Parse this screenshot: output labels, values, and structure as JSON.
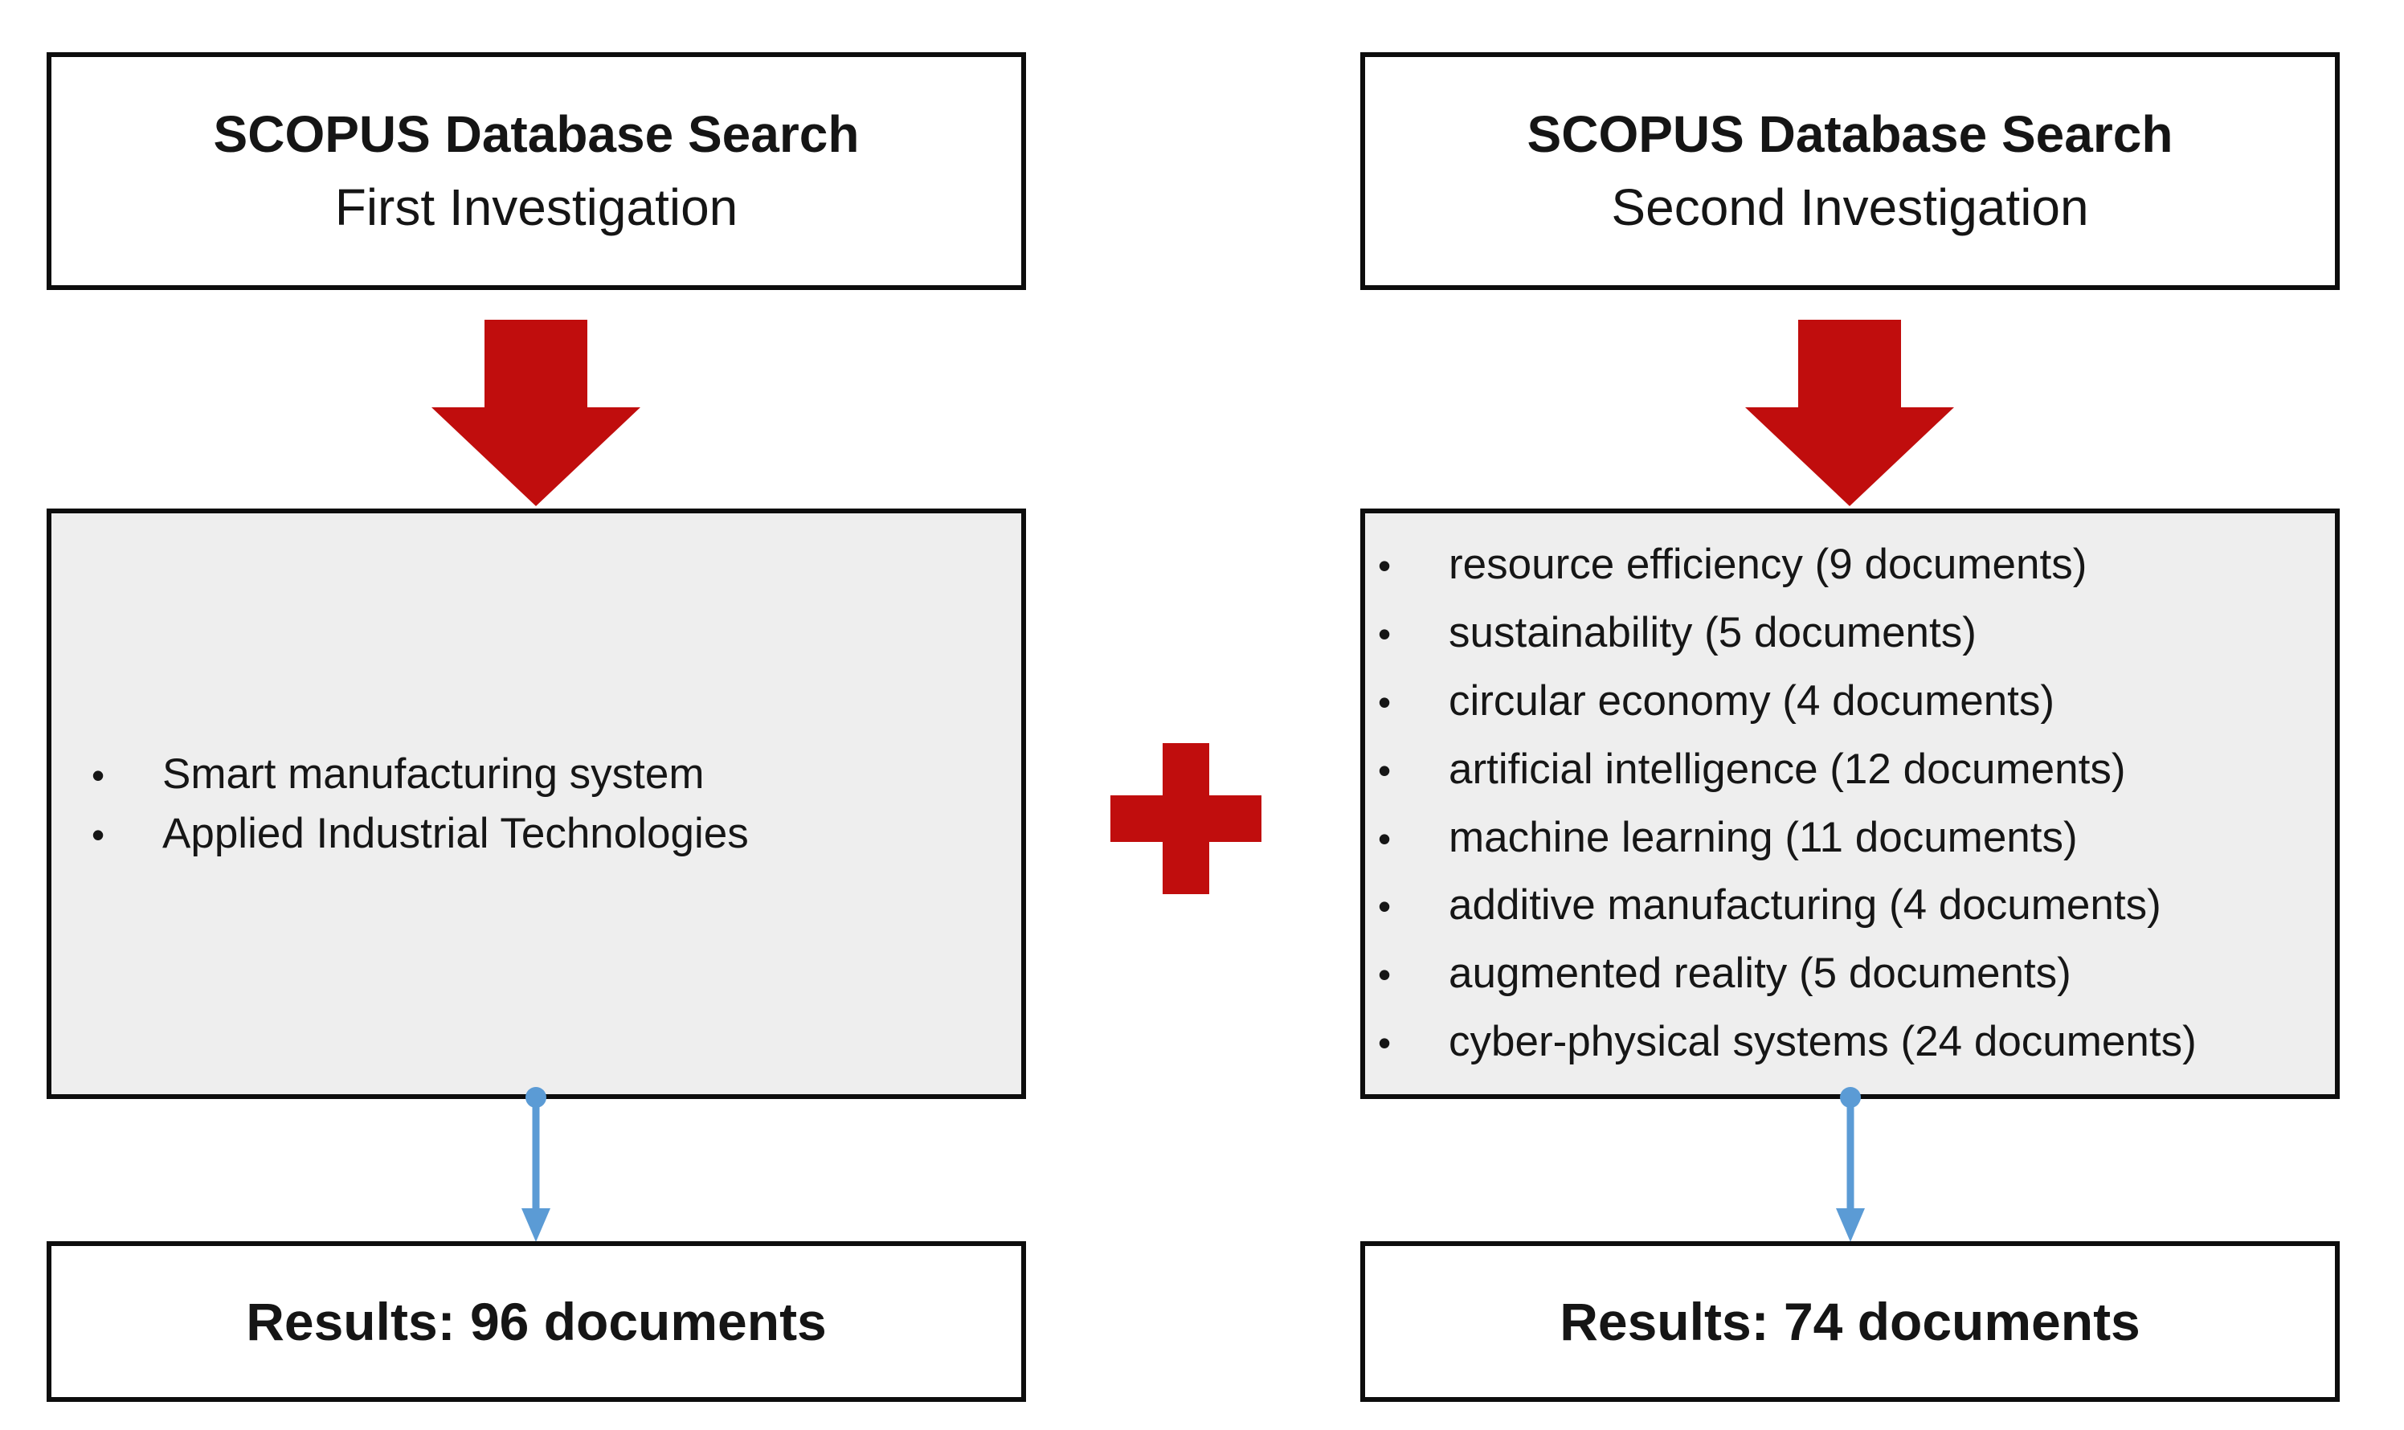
{
  "colors": {
    "arrow_red": "#C00D0D",
    "connector_blue": "#5B9BD5",
    "middle_box_fill": "#EEEEEE",
    "box_border": "#0D0D0D"
  },
  "glyphs": {
    "bullet": "•"
  },
  "left": {
    "top": {
      "line1": "SCOPUS Database Search",
      "line2": "First Investigation"
    },
    "middle": {
      "items": [
        "Smart manufacturing system",
        "Applied Industrial Technologies"
      ]
    },
    "bottom": {
      "label": "Results: 96 documents"
    }
  },
  "right": {
    "top": {
      "line1": "SCOPUS Database Search",
      "line2": "Second Investigation"
    },
    "middle": {
      "items": [
        "resource efficiency (9 documents)",
        "sustainability (5 documents)",
        "circular economy (4 documents)",
        "artificial intelligence (12 documents)",
        "machine learning (11 documents)",
        "additive manufacturing (4 documents)",
        "augmented reality (5 documents)",
        "cyber-physical systems (24 documents)"
      ]
    },
    "bottom": {
      "label": "Results: 74 documents"
    }
  }
}
